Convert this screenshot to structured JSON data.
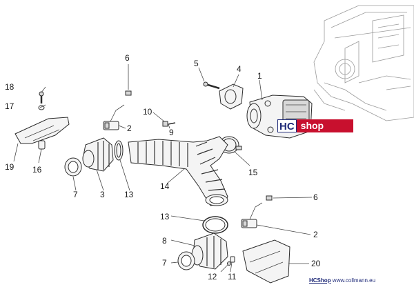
{
  "logo": {
    "part1": "HC",
    "part2": "shop"
  },
  "footer": {
    "brand": "HCShop",
    "url": "www.collmann.eu"
  },
  "callouts": {
    "c1": "1",
    "c2a": "2",
    "c2b": "2",
    "c3": "3",
    "c4": "4",
    "c5": "5",
    "c6a": "6",
    "c6b": "6",
    "c7a": "7",
    "c7b": "7",
    "c8": "8",
    "c9": "9",
    "c10": "10",
    "c11": "11",
    "c12": "12",
    "c13a": "13",
    "c13b": "13",
    "c14": "14",
    "c15": "15",
    "c16": "16",
    "c17": "17",
    "c18": "18",
    "c19": "19",
    "c20": "20"
  }
}
